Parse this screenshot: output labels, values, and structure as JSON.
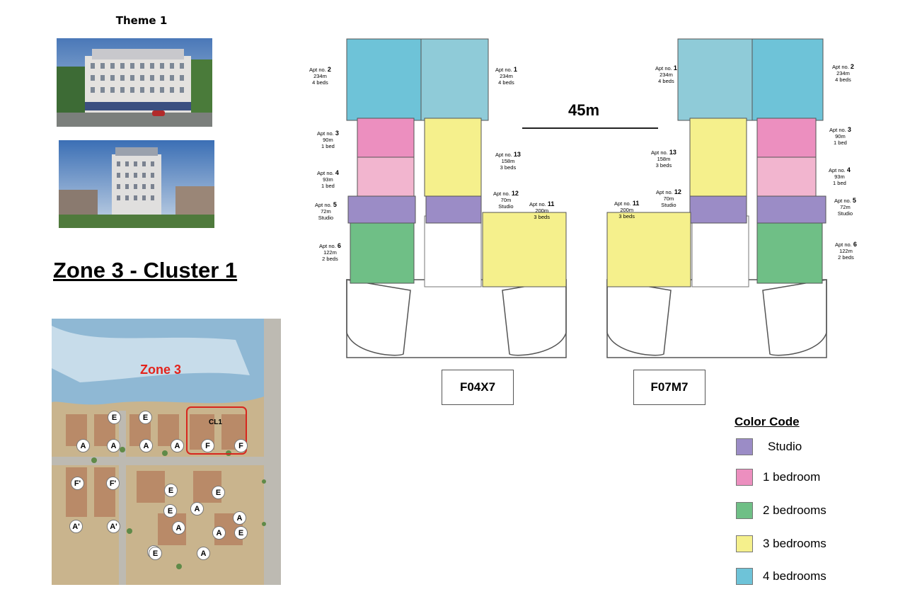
{
  "theme_title": "Theme 1",
  "zone_heading": "Zone 3 - Cluster 1",
  "site_map": {
    "zone_label": "Zone 3",
    "cluster_label": "CL1",
    "building_markers": [
      "E",
      "E",
      "A",
      "A",
      "A",
      "A",
      "F",
      "F",
      "F'",
      "F'",
      "E",
      "E",
      "E",
      "A",
      "A",
      "A",
      "A",
      "E",
      "A",
      "A",
      "E",
      "A'",
      "A'"
    ]
  },
  "dimension_label": "45m",
  "colors": {
    "studio": "#9b8cc6",
    "one_bed": "#ec8fbf",
    "two_bed": "#6fbf86",
    "three_bed": "#f5f08c",
    "four_bed": "#6ec3d8"
  },
  "plans": [
    {
      "code": "F04X7",
      "apartments": [
        {
          "no": "1",
          "area": "234m",
          "beds": "4 beds"
        },
        {
          "no": "2",
          "area": "234m",
          "beds": "4 beds"
        },
        {
          "no": "3",
          "area": "90m",
          "beds": "1 bed"
        },
        {
          "no": "4",
          "area": "93m",
          "beds": "1 bed"
        },
        {
          "no": "5",
          "area": "72m",
          "beds": "Studio"
        },
        {
          "no": "6",
          "area": "122m",
          "beds": "2 beds"
        },
        {
          "no": "13",
          "area": "158m",
          "beds": "3 beds"
        },
        {
          "no": "12",
          "area": "70m",
          "beds": "Studio"
        },
        {
          "no": "11",
          "area": "200m",
          "beds": "3 beds"
        }
      ]
    },
    {
      "code": "F07M7",
      "apartments": [
        {
          "no": "1",
          "area": "234m",
          "beds": "4 beds"
        },
        {
          "no": "2",
          "area": "234m",
          "beds": "4 beds"
        },
        {
          "no": "3",
          "area": "90m",
          "beds": "1 bed"
        },
        {
          "no": "4",
          "area": "93m",
          "beds": "1 bed"
        },
        {
          "no": "5",
          "area": "72m",
          "beds": "Studio"
        },
        {
          "no": "6",
          "area": "122m",
          "beds": "2 beds"
        },
        {
          "no": "13",
          "area": "158m",
          "beds": "3 beds"
        },
        {
          "no": "12",
          "area": "70m",
          "beds": "Studio"
        },
        {
          "no": "11",
          "area": "200m",
          "beds": "3 beds"
        }
      ]
    }
  ],
  "apt_prefix": "Apt no.",
  "legend": {
    "title": "Color Code",
    "items": [
      {
        "label": "Studio",
        "color": "#9b8cc6"
      },
      {
        "label": "1 bedroom",
        "color": "#ec8fbf"
      },
      {
        "label": "2 bedrooms",
        "color": "#6fbf86"
      },
      {
        "label": "3 bedrooms",
        "color": "#f5f08c"
      },
      {
        "label": "4 bedrooms",
        "color": "#6ec3d8"
      }
    ]
  }
}
